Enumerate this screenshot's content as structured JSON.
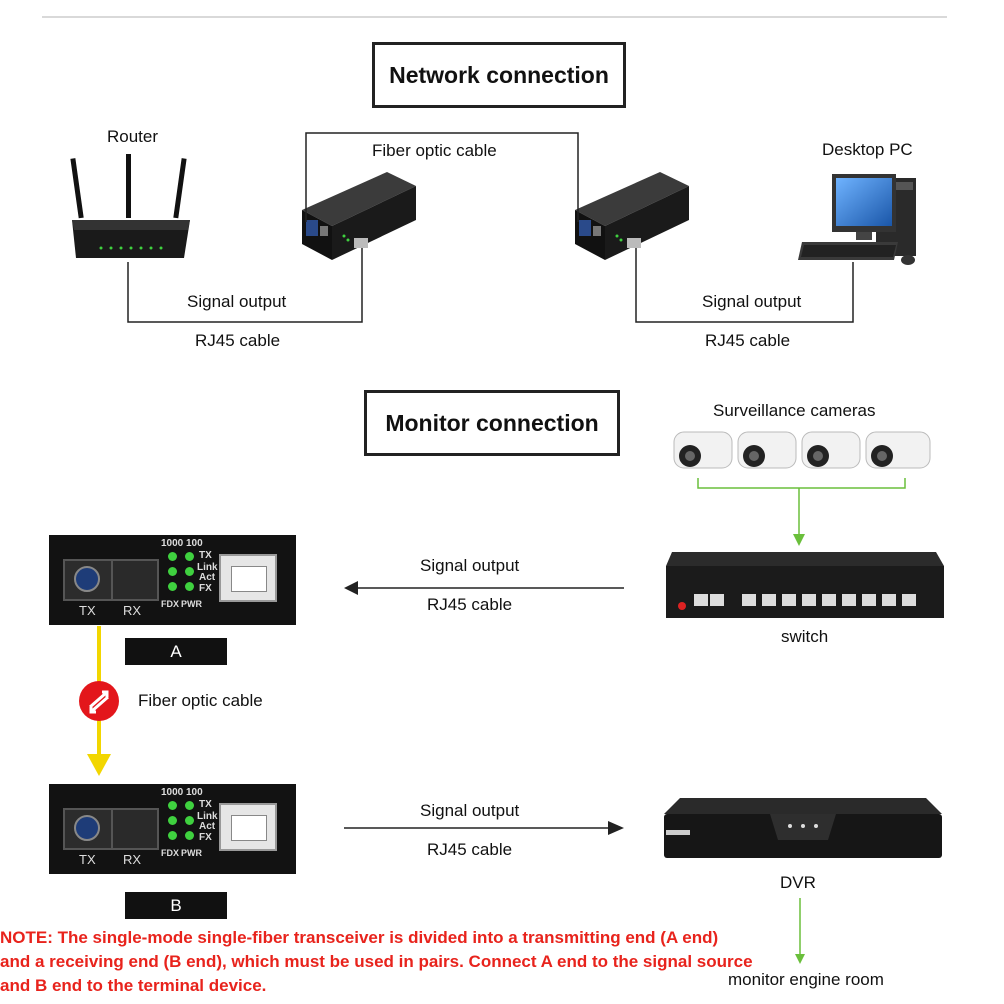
{
  "network": {
    "title": "Network connection",
    "router_label": "Router",
    "desktop_label": "Desktop PC",
    "fiber_label": "Fiber optic cable",
    "left_signal": "Signal output",
    "left_cable": "RJ45 cable",
    "right_signal": "Signal output",
    "right_cable": "RJ45 cable"
  },
  "monitor": {
    "title": "Monitor connection",
    "cameras_label": "Surveillance cameras",
    "switch_label": "switch",
    "dvr_label": "DVR",
    "engine_room_label": "monitor engine room",
    "top_signal": "Signal output",
    "top_cable": "RJ45 cable",
    "bottom_signal": "Signal output",
    "bottom_cable": "RJ45 cable",
    "fiber_label": "Fiber optic cable",
    "end_a": "A",
    "end_b": "B"
  },
  "transceiver": {
    "speed_1000": "1000",
    "speed_100": "100",
    "tx_led": "TX",
    "link_led": "Link",
    "act_led": "Act",
    "fx_led": "FX",
    "fdx": "FDX",
    "pwr": "PWR",
    "port_tx": "TX",
    "port_rx": "RX"
  },
  "note": {
    "line1": "NOTE: The single-mode single-fiber transceiver is divided into a transmitting end (A end)",
    "line2": "and a receiving end (B end), which must be used in pairs. Connect A end to the signal source",
    "line3": "and B end to the terminal device."
  },
  "colors": {
    "note_red": "#e8231c",
    "led_green": "#3fd13f",
    "arrow_green": "#6abf3b",
    "arrow_yellow": "#f2d600",
    "fiber_icon_red": "#e3161b"
  }
}
